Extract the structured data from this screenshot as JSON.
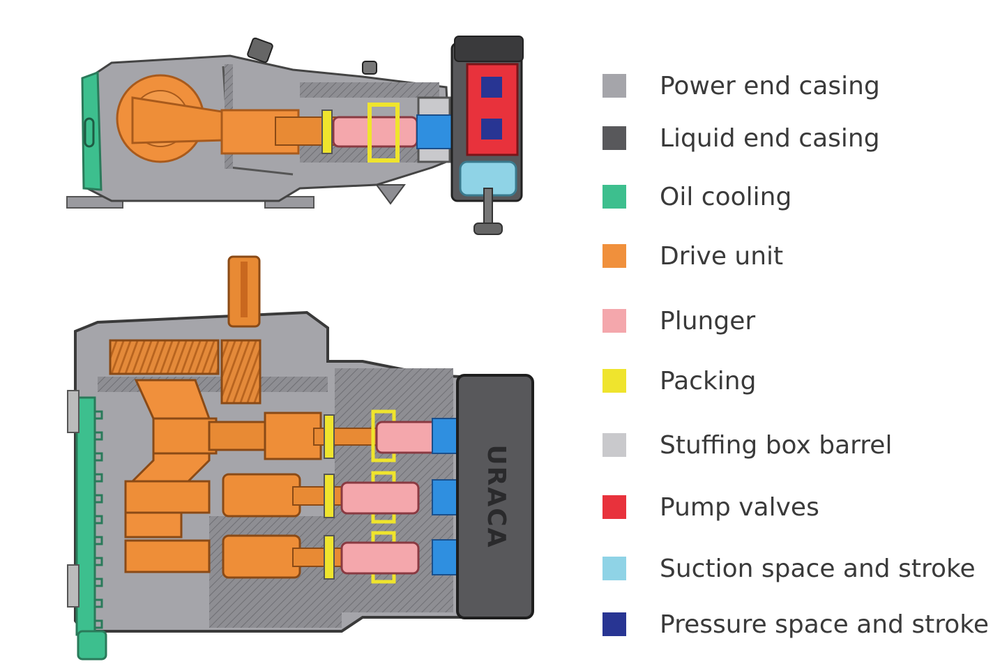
{
  "legend": [
    {
      "label": "Power end casing",
      "color": "#a5a5aa"
    },
    {
      "label": "Liquid end casing",
      "color": "#58585b"
    },
    {
      "label": "Oil cooling",
      "color": "#3dbf8e"
    },
    {
      "label": "Drive unit",
      "color": "#f0903c"
    },
    {
      "label": "Plunger",
      "color": "#f4a7ac"
    },
    {
      "label": "Packing",
      "color": "#efe42d"
    },
    {
      "label": "Stuffing box barrel",
      "color": "#c9c9cc"
    },
    {
      "label": "Pump valves",
      "color": "#e8323c"
    },
    {
      "label": "Suction space and stroke",
      "color": "#8fd3e6"
    },
    {
      "label": "Pressure space and stroke",
      "color": "#283593"
    }
  ],
  "brand": "URACA"
}
